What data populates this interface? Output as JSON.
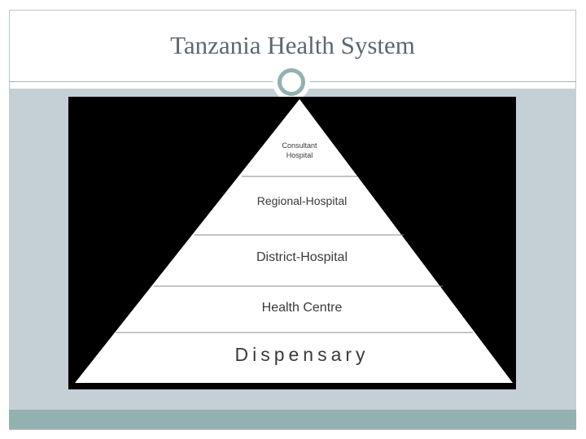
{
  "slide": {
    "title": "Tanzania Health System"
  },
  "diagram": {
    "levels": [
      {
        "label_line1": "Consultant",
        "label_line2": "Hospital"
      },
      {
        "label": "Regional-Hospital"
      },
      {
        "label": "District-Hospital"
      },
      {
        "label": "Health Centre"
      },
      {
        "label": "Dispensary"
      }
    ]
  },
  "colors": {
    "accent": "#93b1b1",
    "content_background": "#c5d0d6",
    "title_text": "#5c6770",
    "diagram_background": "#000000",
    "pyramid_fill": "#ffffff"
  }
}
